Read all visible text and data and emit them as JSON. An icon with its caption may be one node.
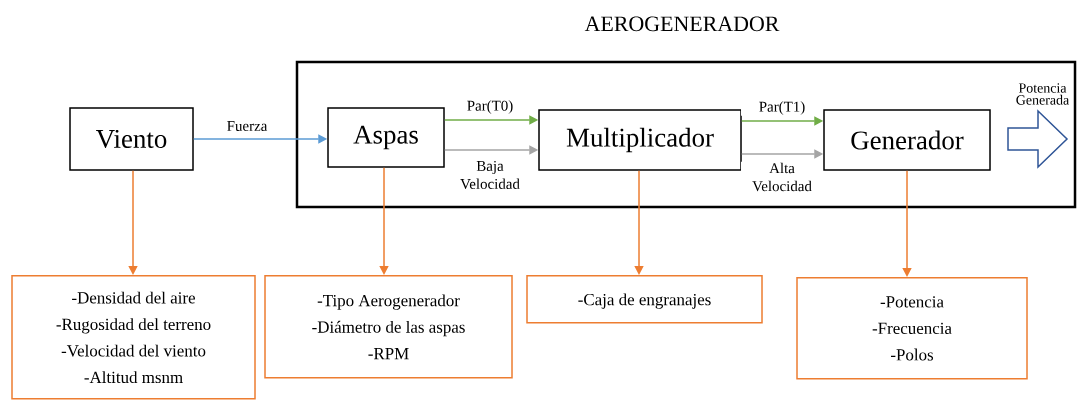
{
  "diagram": {
    "nodes": [
      {
        "text": [
          "AEROGENERADOR"
        ]
      },
      {
        "text": [
          "Viento"
        ]
      },
      {
        "text": [
          "Aspas"
        ],
        "in": 0
      },
      {
        "text": [
          "Multiplicador"
        ],
        "in": 0
      },
      {
        "text": [
          "Generador"
        ],
        "in": 0
      },
      {
        "text": [],
        "shape": "arrow",
        "in": 0,
        "beside": [
          "Potencia Generada"
        ]
      },
      {
        "text": [
          "-Densidad del aire",
          "-Rugosidad del terreno",
          "-Velocidad del viento",
          "-Altitud msnm"
        ]
      },
      {
        "text": [
          "-Tipo Aerogenerador",
          "-Diámetro de las aspas",
          "-RPM"
        ]
      },
      {
        "text": [
          "-Caja de engranajes"
        ]
      },
      {
        "text": [
          "-Potencia",
          "-Frecuencia",
          "-Polos"
        ]
      }
    ],
    "edges": [
      {
        "from": 1,
        "to": 2,
        "arrow": "to",
        "label": "Fuerza",
        "color": "#5b9bd5"
      },
      {
        "from": 2,
        "to": 3,
        "arrow": "to",
        "label": "Par(T0)",
        "color": "#70ad47"
      },
      {
        "from": 2,
        "to": 3,
        "arrow": "to",
        "label": "Baja Velocidad",
        "color": "#a5a5a5"
      },
      {
        "from": 3,
        "to": 4,
        "arrow": "to",
        "label": "Par(T1)",
        "color": "#70ad47"
      },
      {
        "from": 3,
        "to": 4,
        "arrow": "to",
        "label": "Alta Velocidad",
        "color": "#a5a5a5"
      },
      {
        "from": 1,
        "to": 6,
        "arrow": "to"
      },
      {
        "from": 2,
        "to": 7,
        "arrow": "to"
      },
      {
        "from": 3,
        "to": 8,
        "arrow": "to"
      },
      {
        "from": 4,
        "to": 9,
        "arrow": "to"
      }
    ]
  }
}
